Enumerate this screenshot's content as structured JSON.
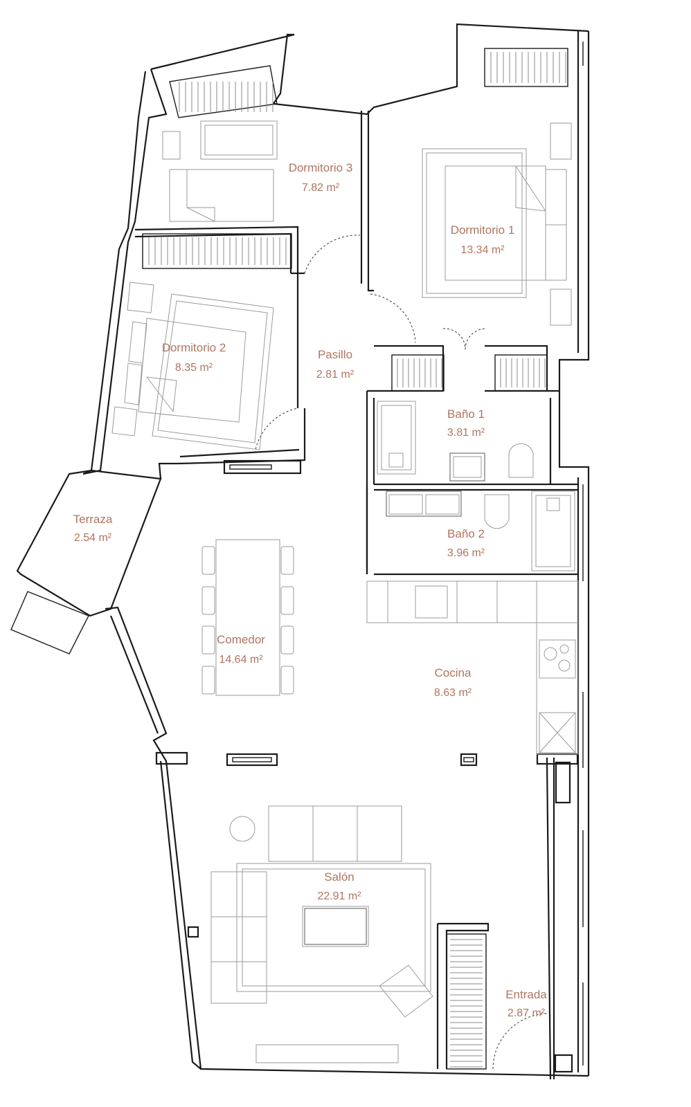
{
  "plan": {
    "accent_color": "#b07460",
    "rooms": [
      {
        "id": "dormitorio-3",
        "name": "Dormitorio 3",
        "area": "7.82 m²"
      },
      {
        "id": "dormitorio-1",
        "name": "Dormitorio 1",
        "area": "13.34 m²"
      },
      {
        "id": "dormitorio-2",
        "name": "Dormitorio 2",
        "area": "8.35 m²"
      },
      {
        "id": "pasillo",
        "name": "Pasillo",
        "area": "2.81 m²"
      },
      {
        "id": "bano-1",
        "name": "Baño 1",
        "area": "3.81 m²"
      },
      {
        "id": "bano-2",
        "name": "Baño 2",
        "area": "3.96 m²"
      },
      {
        "id": "terraza",
        "name": "Terraza",
        "area": "2.54 m²"
      },
      {
        "id": "comedor",
        "name": "Comedor",
        "area": "14.64 m²"
      },
      {
        "id": "cocina",
        "name": "Cocina",
        "area": "8.63 m²"
      },
      {
        "id": "salon",
        "name": "Salón",
        "area": "22.91 m²"
      },
      {
        "id": "entrada",
        "name": "Entrada",
        "area": "2.87 m²"
      }
    ]
  }
}
